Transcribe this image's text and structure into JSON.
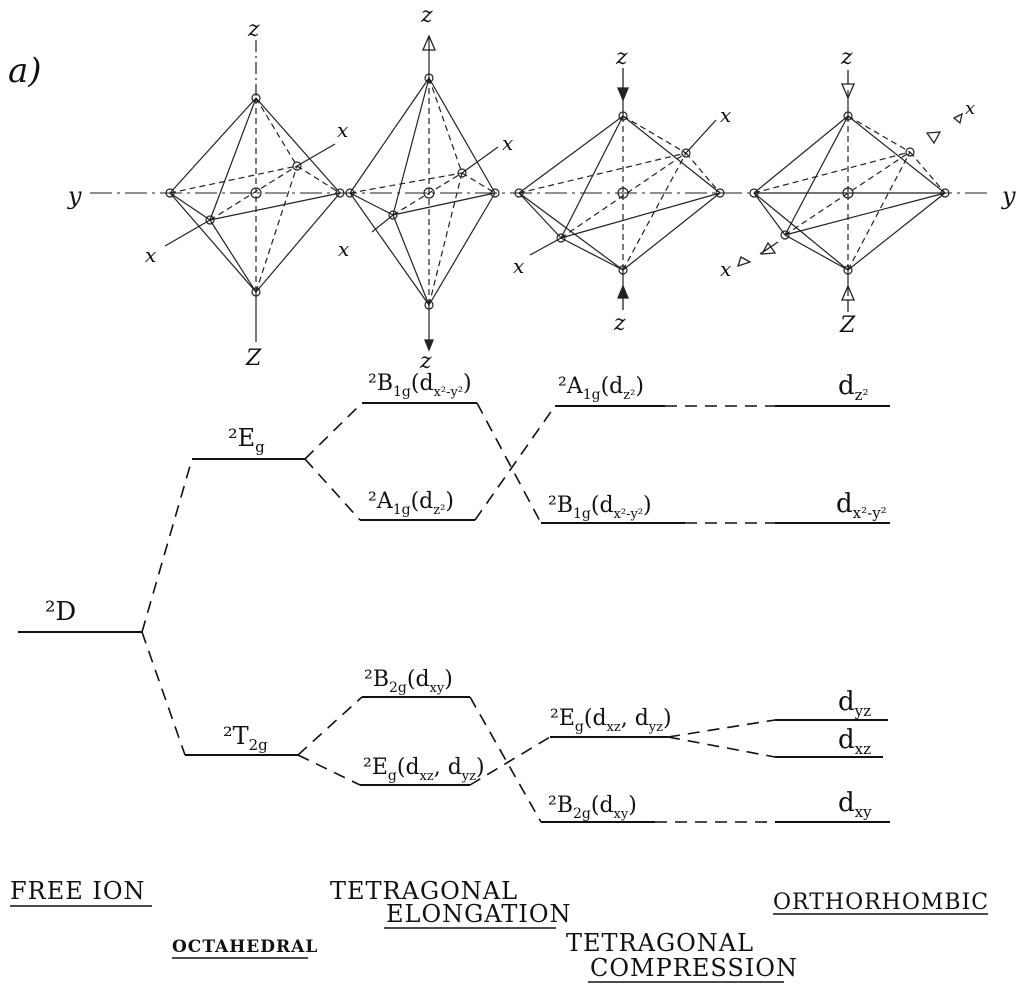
{
  "panel_label": "a)",
  "axes": {
    "x": "x",
    "y": "y",
    "z": "z",
    "z_cap": "Z"
  },
  "levels": {
    "free_ion": "²D",
    "oct_eg": "²E",
    "oct_eg_sub": "g",
    "oct_t2g": "²T",
    "oct_t2g_sub": "2g",
    "elong_b1g": "²B",
    "elong_b1g_sub": "1g",
    "elong_b1g_orb": "(d",
    "elong_b1g_orb_sub": "x²-y²",
    "elong_b1g_close": ")",
    "elong_a1g": "²A",
    "elong_a1g_sub": "1g",
    "elong_a1g_orb": "(d",
    "elong_a1g_orb_sub": "z²",
    "elong_a1g_close": ")",
    "elong_b2g": "²B",
    "elong_b2g_sub": "2g",
    "elong_b2g_orb": "(d",
    "elong_b2g_orb_sub": "xy",
    "elong_b2g_close": ")",
    "elong_eg": "²E",
    "elong_eg_sub": "g",
    "elong_eg_orb": "(d",
    "elong_eg_orb_sub1": "xz",
    "elong_eg_comma": ", d",
    "elong_eg_orb_sub2": "yz",
    "elong_eg_close": ")",
    "comp_a1g": "²A",
    "comp_a1g_sub": "1g",
    "comp_a1g_orb": "(d",
    "comp_a1g_orb_sub": "z²",
    "comp_a1g_close": ")",
    "comp_b1g": "²B",
    "comp_b1g_sub": "1g",
    "comp_b1g_orb": "(d",
    "comp_b1g_orb_sub": "x²-y²",
    "comp_b1g_close": ")",
    "comp_eg": "²E",
    "comp_eg_sub": "g",
    "comp_eg_orb": "(d",
    "comp_eg_orb_sub1": "xz",
    "comp_eg_comma": ", d",
    "comp_eg_orb_sub2": "yz",
    "comp_eg_close": ")",
    "comp_b2g": "²B",
    "comp_b2g_sub": "2g",
    "comp_b2g_orb": "(d",
    "comp_b2g_orb_sub": "xy",
    "comp_b2g_close": ")",
    "ortho_dz2": "d",
    "ortho_dz2_sub": "z²",
    "ortho_dx2y2": "d",
    "ortho_dx2y2_sub": "x²-y²",
    "ortho_dyz": "d",
    "ortho_dyz_sub": "yz",
    "ortho_dxz": "d",
    "ortho_dxz_sub": "xz",
    "ortho_dxy": "d",
    "ortho_dxy_sub": "xy"
  },
  "stage_labels": {
    "free_ion": "FREE ION",
    "octahedral": "OCTAHEDRAL",
    "tetragonal_elongation_1": "TETRAGONAL",
    "tetragonal_elongation_2": "ELONGATION",
    "tetragonal_compression_1": "TETRAGONAL",
    "tetragonal_compression_2": "COMPRESSION",
    "orthorhombic": "ORTHORHOMBIC"
  }
}
